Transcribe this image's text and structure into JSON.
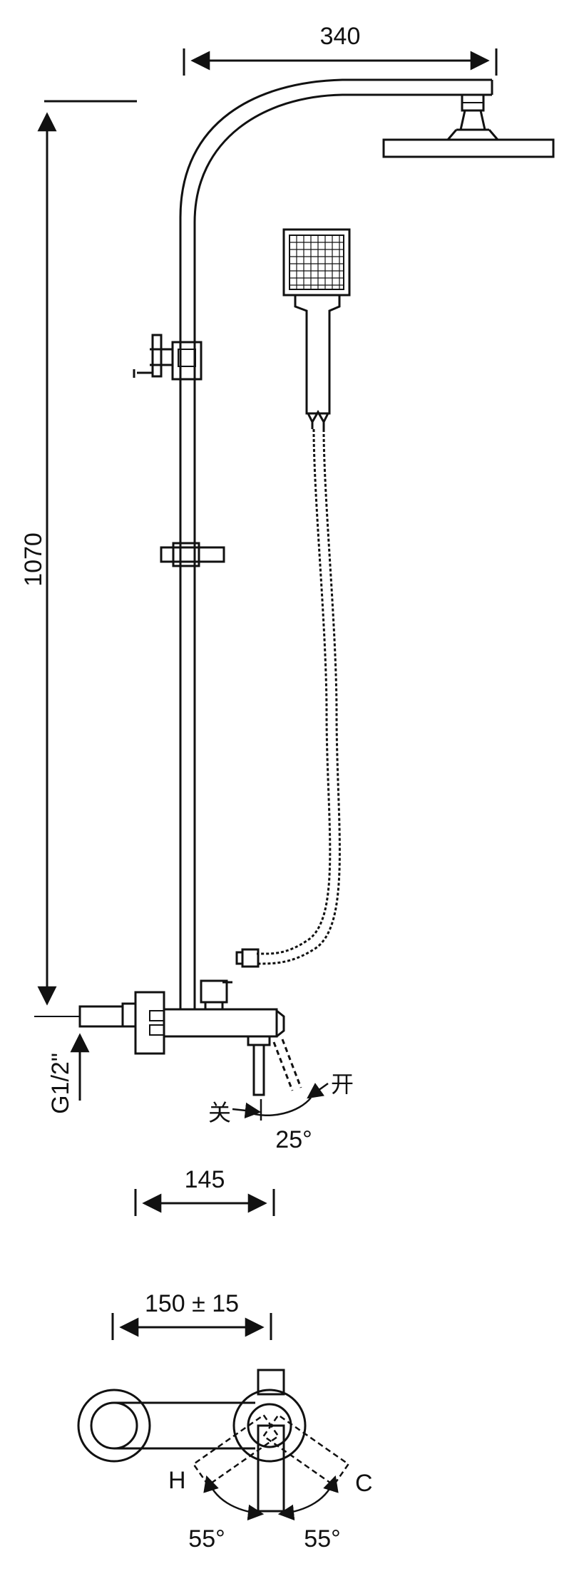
{
  "dimensions": {
    "width_top": "340",
    "height_total": "1070",
    "inlet_thread": "G1/2\"",
    "spout_projection": "145",
    "center_distance": "150 ± 15"
  },
  "angles": {
    "diverter_angle": "25°",
    "hot_angle": "55°",
    "cold_angle": "55°"
  },
  "labels": {
    "open": "开",
    "close": "关",
    "hot": "H",
    "cold": "C"
  },
  "colors": {
    "line": "#111111",
    "background": "#ffffff"
  }
}
